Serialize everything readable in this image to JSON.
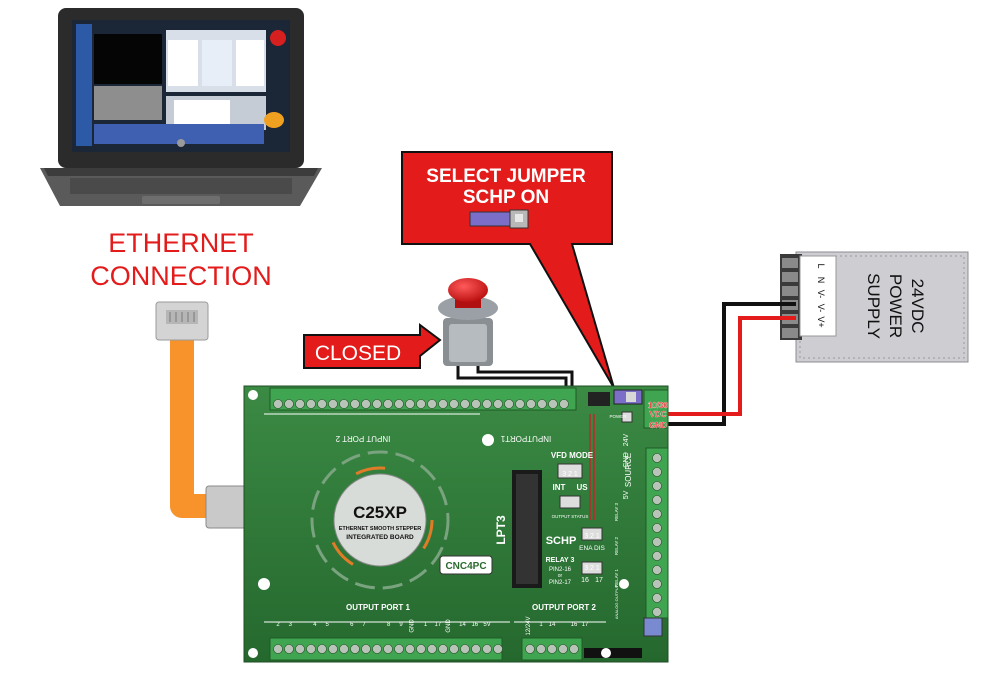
{
  "labels": {
    "ethernet_line1": "ETHERNET",
    "ethernet_line2": "CONNECTION",
    "callout_line1": "SELECT JUMPER",
    "callout_line2": "SCHP ON",
    "closed": "CLOSED"
  },
  "power_supply": {
    "line1": "24VDC",
    "line2": "POWER",
    "line3": "SUPPLY",
    "terminals": [
      "L",
      "N",
      "V-",
      "V-",
      "V+"
    ]
  },
  "board": {
    "model": "C25XP",
    "subtitle1": "ETHERNET SMOOTH STEPPER",
    "subtitle2": "INTEGRATED BOARD",
    "brand": "CNC4PC",
    "input_port2": "INPUT PORT 2",
    "input_port1": "INPUTPORT1",
    "lpt3": "LPT3",
    "vfd_mode": "VFD MODE",
    "vfd_pins": "3 2 1",
    "int": "INT",
    "us": "US",
    "output_status": "OUTPUT STATUS",
    "schp": "SCHP",
    "schp_pins": "3 2 1",
    "ena_dis": "ENA DIS",
    "relay3": "RELAY 3",
    "pin2_16": "PIN2-16",
    "or": "or",
    "pin2_17": "PIN2-17",
    "relay_pins": "3 2 1",
    "n16": "16",
    "n17": "17",
    "output_port1": "OUTPUT PORT 1",
    "output_port2": "OUTPUT PORT 2",
    "power": "POWER",
    "source": "SOURCE",
    "v5": "5V",
    "gnd_src": "GND",
    "v24": "24V",
    "vdc_line1": "10/30",
    "vdc_line2": "VDC",
    "gnd": "GND",
    "relay_side": [
      "RELAY 3",
      "RELAY 2",
      "RELAY 1",
      "ANALOG OUTPUT"
    ],
    "out1_pins": [
      "2",
      "3",
      "",
      "4",
      "5",
      "",
      "6",
      "7",
      "",
      "8",
      "9",
      "GND",
      "1",
      "17",
      "GND",
      "14",
      "16",
      "5V"
    ],
    "out2_pins": [
      "12/24V",
      "1",
      "14",
      "",
      "16",
      "17"
    ]
  },
  "colors": {
    "red": "#e31b1b",
    "board_green": "#2d7a36",
    "terminal_green": "#3fa550",
    "cable_orange": "#f7932a"
  }
}
